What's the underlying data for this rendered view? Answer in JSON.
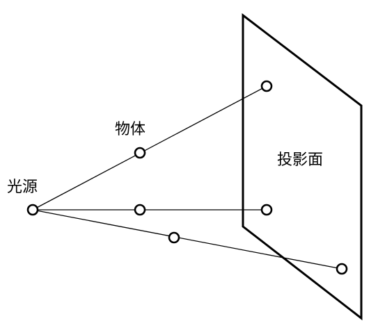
{
  "labels": {
    "light_source": "光源",
    "object": "物体",
    "projection_plane": "投影面"
  }
}
